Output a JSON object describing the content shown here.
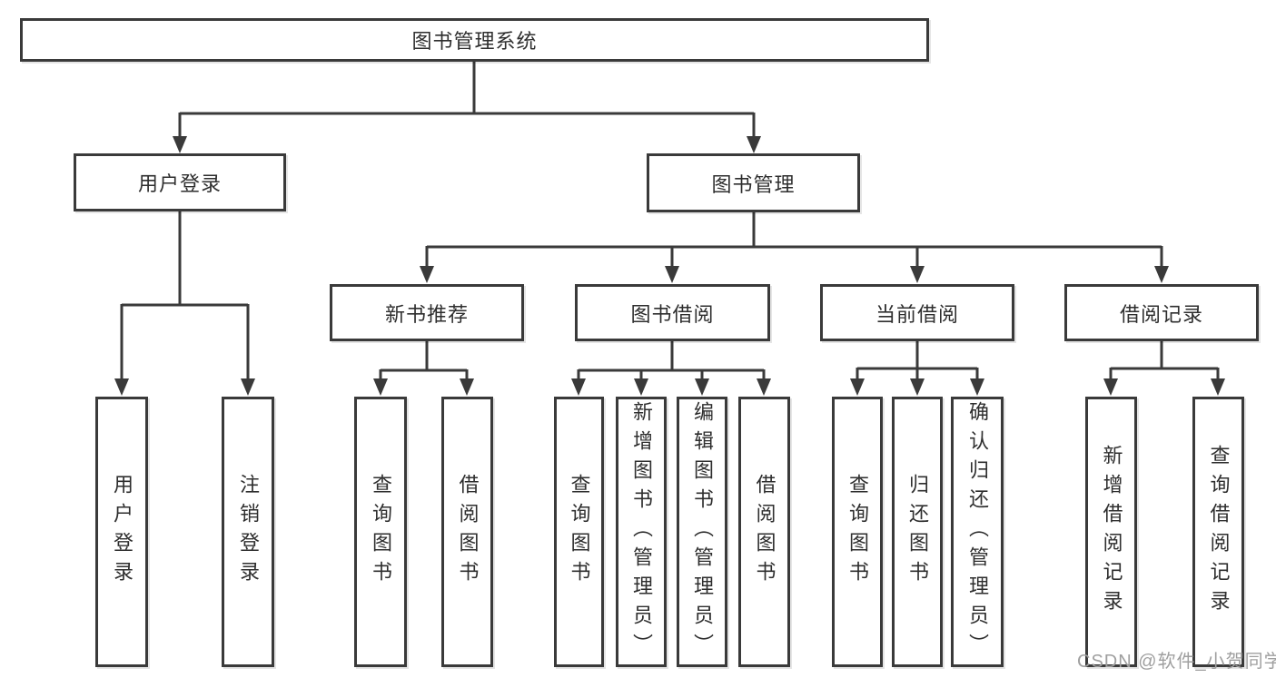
{
  "tree": {
    "root": "图书管理系统",
    "level2": [
      {
        "label": "用户登录",
        "leaves": [
          "用户登录",
          "注销登录"
        ]
      },
      {
        "label": "图书管理",
        "children": [
          {
            "label": "新书推荐",
            "leaves": [
              "查询图书",
              "借阅图书"
            ]
          },
          {
            "label": "图书借阅",
            "leaves": [
              "查询图书",
              "新增图书（管理员）",
              "编辑图书（管理员）",
              "借阅图书"
            ]
          },
          {
            "label": "当前借阅",
            "leaves": [
              "查询图书",
              "归还图书",
              "确认归还（管理员）"
            ]
          },
          {
            "label": "借阅记录",
            "leaves": [
              "新增借阅记录",
              "查询借阅记录"
            ]
          }
        ]
      }
    ]
  },
  "watermark": "CSDN @软件_小贺同学",
  "colors": {
    "line": "#3a3a3a",
    "box_border": "#3a3a3a",
    "text": "#2e2e2e",
    "watermark": "#9f9f9f",
    "background": "#ffffff"
  }
}
